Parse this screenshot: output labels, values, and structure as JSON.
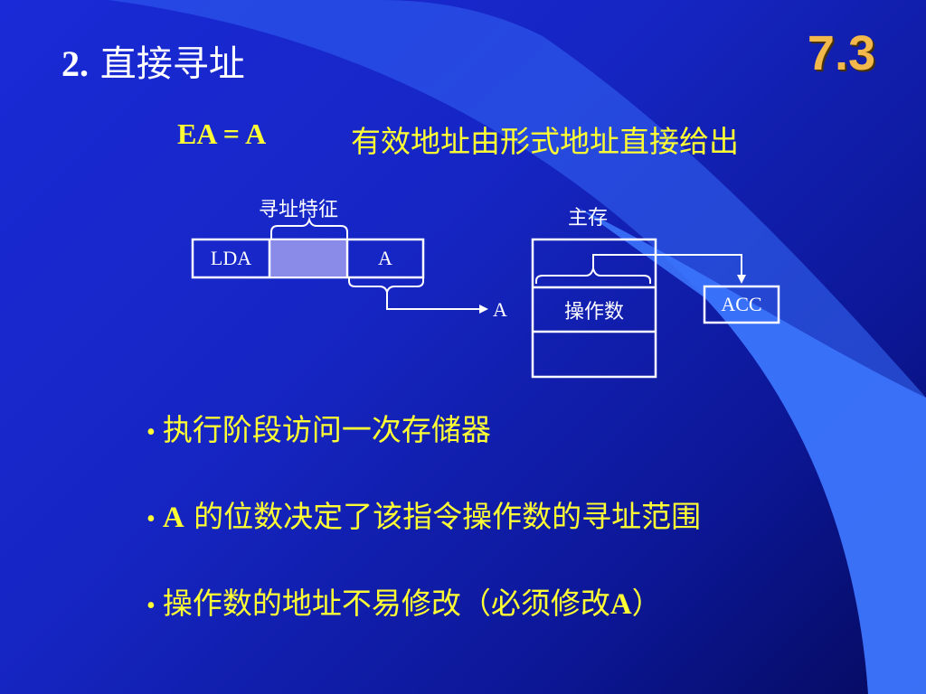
{
  "slide": {
    "title_num": "2.",
    "title_text": "直接寻址",
    "section": "7.3"
  },
  "formula": {
    "expr": "EA = A",
    "desc": "有效地址由形式地址直接给出"
  },
  "diagram": {
    "addr_feature_label": "寻址特征",
    "instr_opcode": "LDA",
    "instr_addr": "A",
    "memory_label": "主存",
    "addr_pointer_label": "A",
    "operand_label": "操作数",
    "acc_label": "ACC"
  },
  "bullets": {
    "b1_text": "执行阶段访问一次存储器",
    "b2_lead": "A",
    "b2_text": " 的位数决定了该指令操作数的寻址范围",
    "b3_text": "操作数的地址不易修改（必须修改",
    "b3_em": "A",
    "b3_tail": "）",
    "marker": "•"
  }
}
